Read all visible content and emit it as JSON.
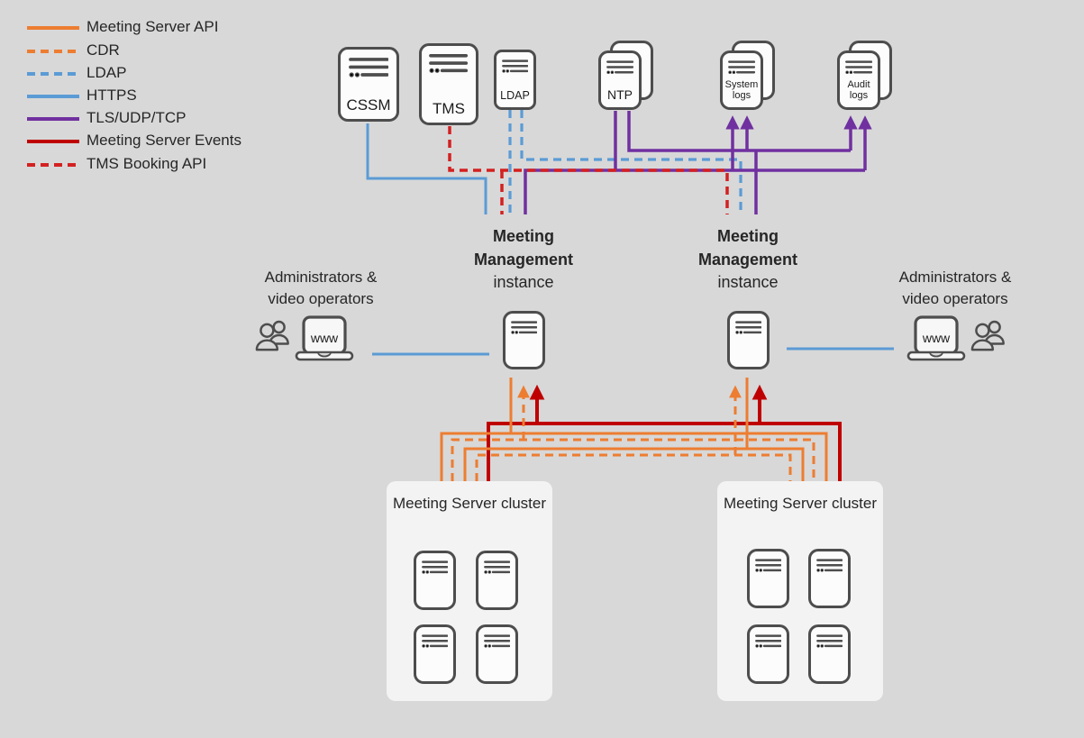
{
  "colors": {
    "background": "#d8d8d8",
    "panel": "#f3f3f3",
    "icon_fill": "#fcfcfc",
    "icon_border": "#4d4d4d",
    "text": "#262626",
    "orange": "#ed7d31",
    "blue": "#5b9bd5",
    "purple": "#7030a0",
    "dark_red": "#bf0000",
    "bright_red": "#d42020"
  },
  "legend": {
    "items": [
      {
        "label": "Meeting Server API",
        "style": "solid",
        "color": "orange"
      },
      {
        "label": "CDR",
        "style": "dashed",
        "color": "orange"
      },
      {
        "label": "LDAP",
        "style": "dashed",
        "color": "blue"
      },
      {
        "label": "HTTPS",
        "style": "solid",
        "color": "blue"
      },
      {
        "label": "TLS/UDP/TCP",
        "style": "solid",
        "color": "purple"
      },
      {
        "label": "Meeting Server Events",
        "style": "solid",
        "color": "dark_red"
      },
      {
        "label": "TMS Booking API",
        "style": "dashed",
        "color": "bright_red"
      }
    ]
  },
  "top_servers": [
    {
      "label": "CSSM",
      "stacked": false
    },
    {
      "label": "TMS",
      "stacked": false
    },
    {
      "label": "LDAP",
      "stacked": false
    },
    {
      "label": "NTP",
      "stacked": true
    },
    {
      "label": "System logs",
      "stacked": true
    },
    {
      "label": "Audit logs",
      "stacked": true
    }
  ],
  "instances": {
    "left": {
      "title": "Meeting Management",
      "subtitle": "instance"
    },
    "right": {
      "title": "Meeting Management",
      "subtitle": "instance"
    }
  },
  "admins": {
    "left": {
      "label": "Administrators & video operators",
      "laptop_label": "www"
    },
    "right": {
      "label": "Administrators & video operators",
      "laptop_label": "www"
    }
  },
  "clusters": {
    "left": {
      "title": "Meeting Server cluster"
    },
    "right": {
      "title": "Meeting Server cluster"
    }
  }
}
